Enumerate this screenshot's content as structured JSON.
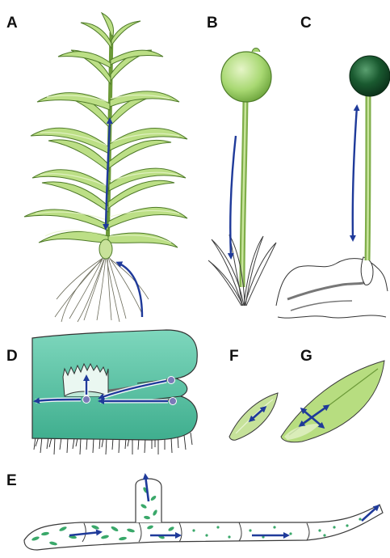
{
  "panels": [
    {
      "id": "A",
      "label": "A"
    },
    {
      "id": "B",
      "label": "B"
    },
    {
      "id": "C",
      "label": "C"
    },
    {
      "id": "D",
      "label": "D"
    },
    {
      "id": "E",
      "label": "E"
    },
    {
      "id": "F",
      "label": "F"
    },
    {
      "id": "G",
      "label": "G"
    }
  ],
  "colors": {
    "leaf_light": "#d7ecaa",
    "leaf_mid": "#a9d26a",
    "leaf_dark": "#6c9a38",
    "thallus": "#56c2a4",
    "thallus_light": "#8fdcc4",
    "capsule_green": "#8cc850",
    "capsule_dark": "#0f4a28",
    "arrow_blue": "#1f3a9a",
    "outline": "#333333"
  },
  "icons": {
    "arrow": "double-and-single-headed-transport-arrow"
  }
}
